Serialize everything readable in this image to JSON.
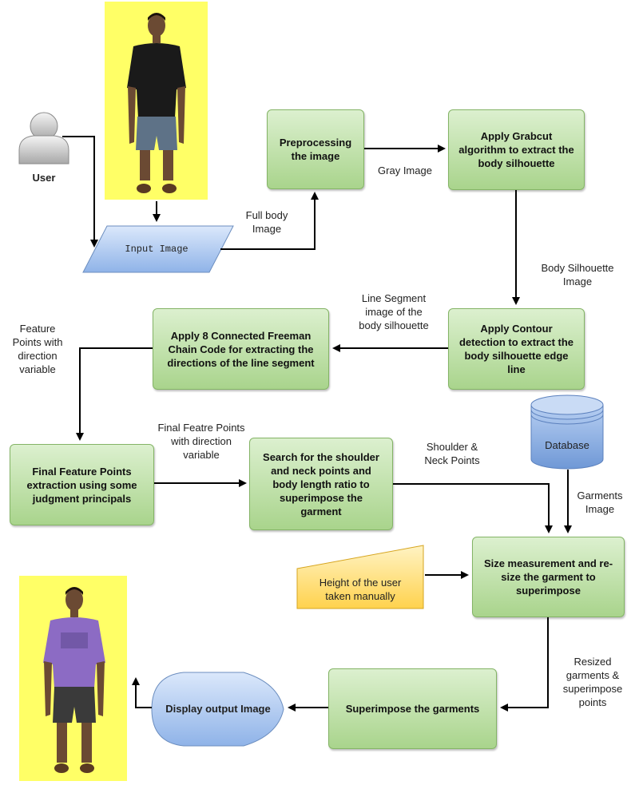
{
  "user": {
    "label": "User"
  },
  "input": {
    "label": "Input Image"
  },
  "steps": {
    "preprocess": "Preprocessing\nthe image",
    "grabcut": "Apply Grabcut\nalgorithm to extract the\nbody silhouette",
    "contour": "Apply Contour\ndetection to extract the\nbody silhouette edge\nline",
    "freeman": "Apply 8 Connected Freeman\nChain Code for extracting the\ndirections of the line segment",
    "final_feature": "Final Feature Points\nextraction using some\njudgment principals",
    "search": "Search for the shoulder\nand neck points and\nbody length ratio to\nsuperimpose the\ngarment",
    "size_measure": "Size measurement and re-\nsize the garment to\nsuperimpose",
    "superimpose": "Superimpose the garments"
  },
  "database": {
    "label": "Database"
  },
  "manual_input": {
    "label": "Height of the user\ntaken manually"
  },
  "display": {
    "label": "Display output Image"
  },
  "edges": {
    "full_body": "Full body\nImage",
    "gray": "Gray Image",
    "silhouette": "Body Silhouette\nImage",
    "line_segment": "Line Segment\nimage of the\nbody silhouette",
    "feature_points": "Feature\nPoints with\ndirection\nvariable",
    "final_feature_pts": "Final Featre Points\nwith direction\nvariable",
    "shoulder_neck": "Shoulder &\nNeck Points",
    "garments_image": "Garments\nImage",
    "resized": "Resized\ngarments &\nsuperimpose\npoints"
  },
  "colors": {
    "process_fill": "#b9de9f",
    "process_border": "#84b466",
    "input_fill": "#a9c4ec",
    "database_fill": "#7ea6e0",
    "manual_fill": "#ffd966",
    "photo_bg": "#ffff66",
    "shirt_top": "#1a1a1a",
    "shirt_bottom": "#8c6bc4"
  },
  "icons": [
    "user-icon",
    "person-photo",
    "output-person-photo"
  ]
}
